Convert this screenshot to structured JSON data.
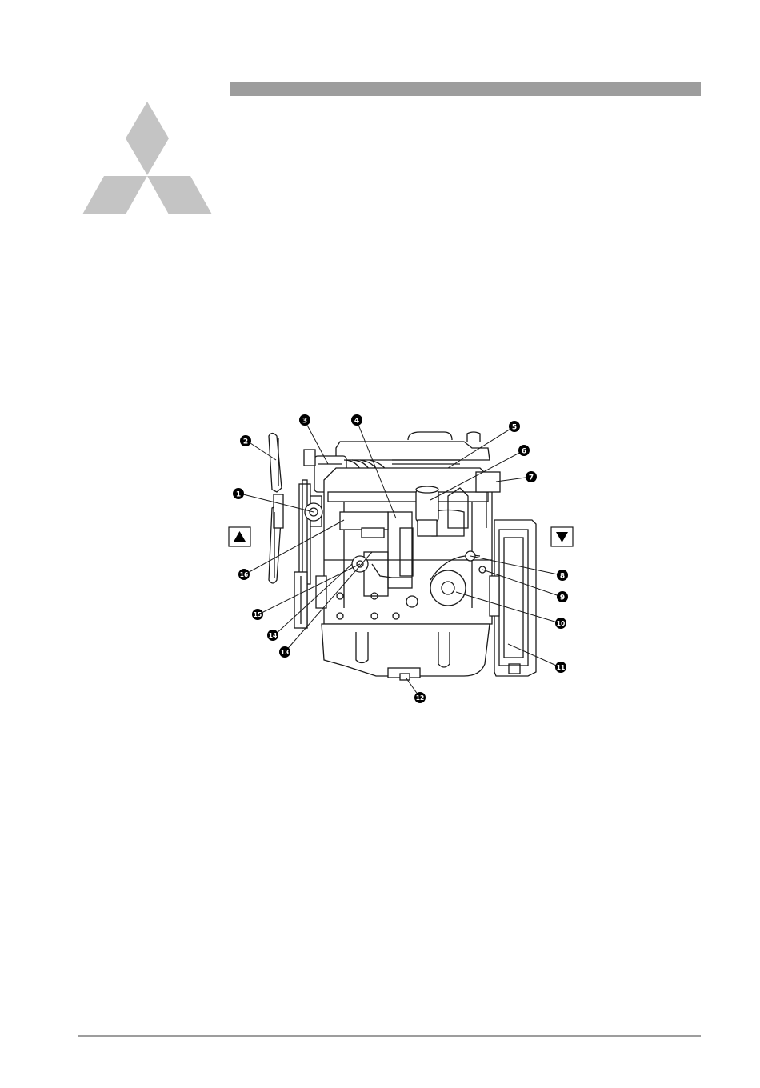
{
  "callouts": [
    {
      "id": "1",
      "glyph": "1"
    },
    {
      "id": "2",
      "glyph": "2"
    },
    {
      "id": "3",
      "glyph": "3"
    },
    {
      "id": "4",
      "glyph": "4"
    },
    {
      "id": "5",
      "glyph": "5"
    },
    {
      "id": "6",
      "glyph": "6"
    },
    {
      "id": "7",
      "glyph": "7"
    },
    {
      "id": "8",
      "glyph": "8"
    },
    {
      "id": "9",
      "glyph": "9"
    },
    {
      "id": "10",
      "glyph": "10"
    },
    {
      "id": "11",
      "glyph": "11"
    },
    {
      "id": "12",
      "glyph": "12"
    },
    {
      "id": "13",
      "glyph": "13"
    },
    {
      "id": "14",
      "glyph": "14"
    },
    {
      "id": "15",
      "glyph": "15"
    },
    {
      "id": "16",
      "glyph": "16"
    }
  ],
  "direction_markers": {
    "left": "up-triangle-icon",
    "right": "down-triangle-icon"
  },
  "colors": {
    "header_bar": "#9d9d9d",
    "logo": "#c4c4c4",
    "line_art": "#1a1a1a"
  }
}
